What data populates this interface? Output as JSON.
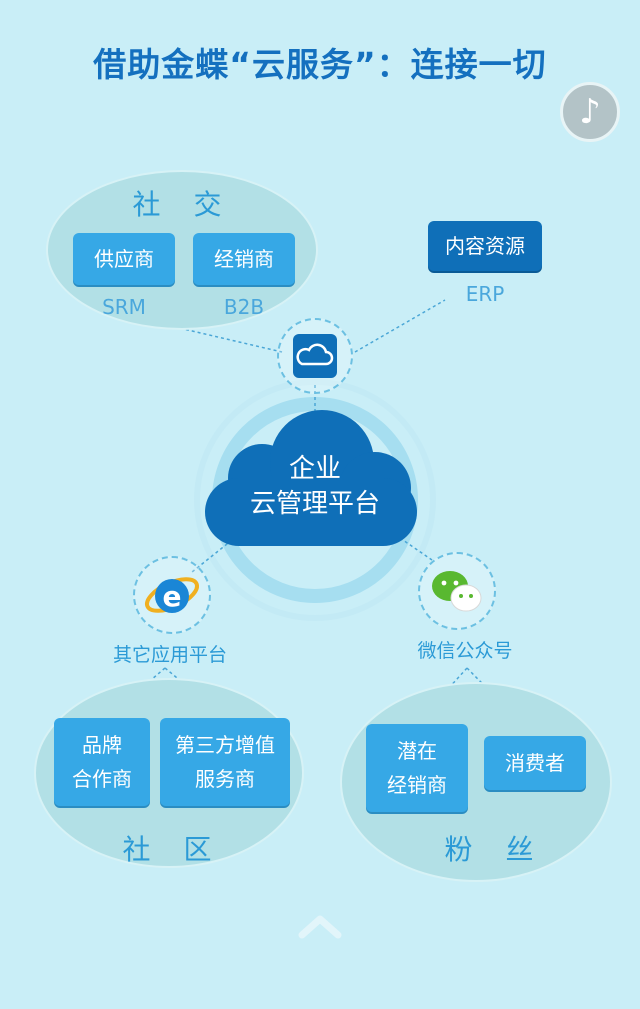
{
  "title": "借助金蝶“云服务”：连接一切",
  "center": {
    "line1": "企业",
    "line2": "云管理平台"
  },
  "social": {
    "label": "社 交",
    "boxes": [
      {
        "text": "供应商",
        "sub": "SRM"
      },
      {
        "text": "经销商",
        "sub": "B2B"
      }
    ]
  },
  "content": {
    "text": "内容资源",
    "sub": "ERP"
  },
  "other_platform": {
    "label": "其它应用平台"
  },
  "wechat": {
    "label": "微信公众号"
  },
  "community": {
    "label": "社 区",
    "boxes": [
      {
        "line1": "品牌",
        "line2": "合作商"
      },
      {
        "line1": "第三方增值",
        "line2": "服务商"
      }
    ]
  },
  "fans": {
    "label": "粉 丝",
    "boxes": [
      {
        "line1": "潜在",
        "line2": "经销商"
      },
      {
        "line1": "消费者"
      }
    ]
  },
  "icons": {
    "music": "music-note-icon",
    "cloud_service": "cloud-icon",
    "browser": "ie-browser-icon",
    "wechat": "wechat-icon",
    "scroll": "chevron-up-icon"
  },
  "colors": {
    "background": "#c9eef7",
    "title": "#1470bf",
    "box": "#36a8e6",
    "box_dark": "#0f6fb8",
    "cloud": "#0f6fb8"
  }
}
